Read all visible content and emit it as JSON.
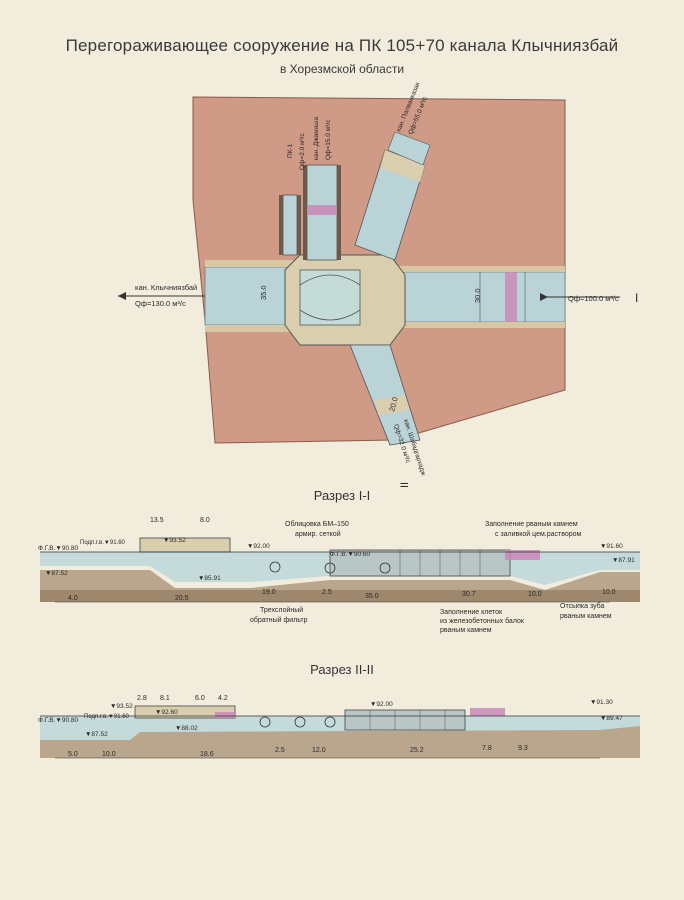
{
  "title": "Перегораживающее  сооружение на ПК 105+70  канала Клычниязбай",
  "subtitle": "в Хорезмской области",
  "plan": {
    "canal_left_name": "кан. Клычниязбай",
    "canal_left_flow": "Qф=130.0 м³/с",
    "canal_right_flow": "Qф=100.0 м³/с",
    "width_left": "35.0",
    "width_right": "30.0",
    "width_bottom": "20.0",
    "branch_pk1": "ПК-1",
    "branch_pk1_flow": "Qф=2.0 м³/с",
    "branch_dzh": "кан. Джамаша",
    "branch_dzh_flow": "Qф=15.0 м³/с",
    "branch_top_right": "кан. Палванказак",
    "branch_top_right_flow": "Qф=55.0 м³/с",
    "branch_bottom": "кан. Шабадгархадж",
    "branch_bottom_flow": "Qф=32.0 м³/с",
    "mark_I": "I",
    "mark_II": "II"
  },
  "section1": {
    "title": "Разрез I-I",
    "dim_13_5": "13.5",
    "dim_8_0": "8.0",
    "lv_93_52": "▼93.52",
    "lv_92_00": "▼92.00",
    "lv_fgv": "Ф.Г.В.▼90.80",
    "lv_podp": "Подп.г.в.▼91.60",
    "lv_87_52": "▼87.52",
    "lv_85_91": "▼85.91",
    "lv_fgv_mid": "Ф.Г.В.▼90.60",
    "lv_91_60": "▼91.60",
    "lv_87_91": "▼87.91",
    "lbl_oblic": "Облицовка БМ–150",
    "lbl_oblic2": "армир. сеткой",
    "lbl_zap1": "Заполнение рваным камнем",
    "lbl_zap2": "с заливкой цем.раствором",
    "lbl_filter1": "Трехслойный",
    "lbl_filter2": "обратный фильтр",
    "lbl_kl1": "Заполнение  клеток",
    "lbl_kl2": "из железобетонных балок",
    "lbl_kl3": "рваным камнем",
    "lbl_ots1": "Отсыпка зуба",
    "lbl_ots2": "рваным камнем",
    "d_4_0": "4.0",
    "d_20_5": "20.5",
    "d_19_0": "19.0",
    "d_2_5": "2.5",
    "d_35_0": "35.0",
    "d_30_7": "30.7",
    "d_10_0a": "10.0",
    "d_10_0b": "10.0"
  },
  "section2": {
    "title": "Разрез II-II",
    "d_2_8": "2.8",
    "d_8_1": "8.1",
    "d_6_0": "6.0",
    "d_4_2": "4.2",
    "lv_93_52": "▼93.52",
    "lv_92_60": "▼92.60",
    "lv_92_00": "▼92.00",
    "lv_91_30": "▼91.30",
    "lv_fgv": "Ф.Г.В.▼90.80",
    "lv_podp": "Подп.г.в.▼91.60",
    "lv_87_52": "▼87.52",
    "lv_88_02": "▼88.02",
    "lv_89_47": "▼89.47",
    "d_5_0": "5.0",
    "d_10_0": "10.0",
    "d_18_6": "18.6",
    "d_2_5": "2.5",
    "d_12_0": "12.0",
    "d_25_2": "25.2",
    "d_7_8": "7.8",
    "d_9_3": "9.3"
  }
}
